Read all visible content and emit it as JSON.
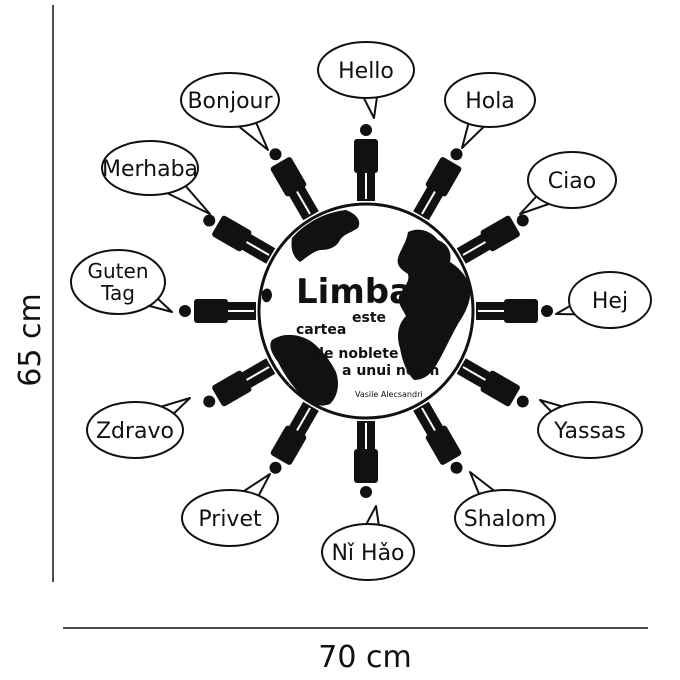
{
  "dimensions": {
    "height_label": "65 cm",
    "width_label": "70 cm"
  },
  "globe": {
    "title": "Limba",
    "line1": "este",
    "line2": "cartea",
    "line3": "de noblete",
    "line4": "a unui neam",
    "author": "Vasile Alecsandri"
  },
  "greetings": [
    {
      "id": "hello",
      "text": "Hello"
    },
    {
      "id": "hola",
      "text": "Hola"
    },
    {
      "id": "ciao",
      "text": "Ciao"
    },
    {
      "id": "hej",
      "text": "Hej"
    },
    {
      "id": "yassas",
      "text": "Yassas"
    },
    {
      "id": "shalom",
      "text": "Shalom"
    },
    {
      "id": "nihao",
      "text": "Nǐ Hǎo"
    },
    {
      "id": "privet",
      "text": "Privet"
    },
    {
      "id": "zdravo",
      "text": "Zdravo"
    },
    {
      "id": "guten-tag",
      "text": "Guten Tag",
      "lines": [
        "Guten",
        "Tag"
      ]
    },
    {
      "id": "merhaba",
      "text": "Merhaba"
    },
    {
      "id": "bonjour",
      "text": "Bonjour"
    }
  ]
}
